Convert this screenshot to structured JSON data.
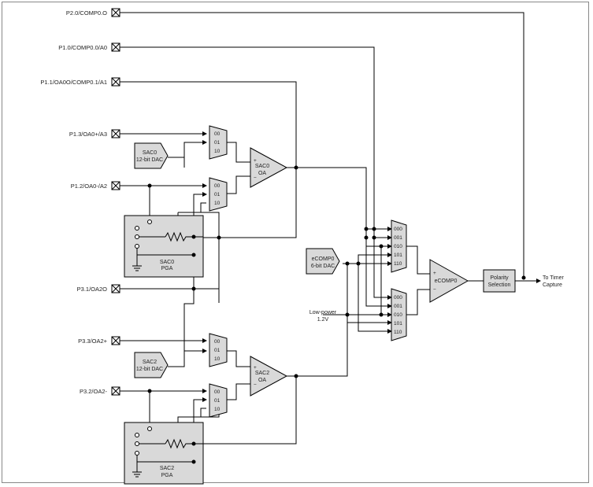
{
  "pins": {
    "p20": "P2.0/COMP0.O",
    "p10": "P1.0/COMP0.0/A0",
    "p11": "P1.1/OA0O/COMP0.1/A1",
    "p13": "P1.3/OA0+/A3",
    "p12": "P1.2/OA0-/A2",
    "p31": "P3.1/OA2O",
    "p33": "P3.3/OA2+",
    "p32": "P3.2/OA2-"
  },
  "mux_codes_2bit": [
    "00",
    "01",
    "10"
  ],
  "mux_codes_3bit": [
    "000",
    "001",
    "010",
    "101",
    "110"
  ],
  "sac0": {
    "dac_line1": "SAC0",
    "dac_line2": "12-bit DAC",
    "oa_line1": "SAC0",
    "oa_line2": "OA",
    "pga_line1": "SAC0",
    "pga_line2": "PGA"
  },
  "sac2": {
    "dac_line1": "SAC2",
    "dac_line2": "12-bit DAC",
    "oa_line1": "SAC2",
    "oa_line2": "OA",
    "pga_line1": "SAC2",
    "pga_line2": "PGA"
  },
  "ecomp": {
    "dac_line1": "eCOMP0",
    "dac_line2": "6-bit DAC",
    "comp_label": "eCOMP0"
  },
  "low_power": {
    "line1": "Low-power",
    "line2": "1.2V"
  },
  "polarity": {
    "line1": "Polarity",
    "line2": "Selection"
  },
  "output": {
    "line1": "To Timer",
    "line2": "Capture"
  },
  "signs": {
    "plus": "+",
    "minus": "−"
  }
}
